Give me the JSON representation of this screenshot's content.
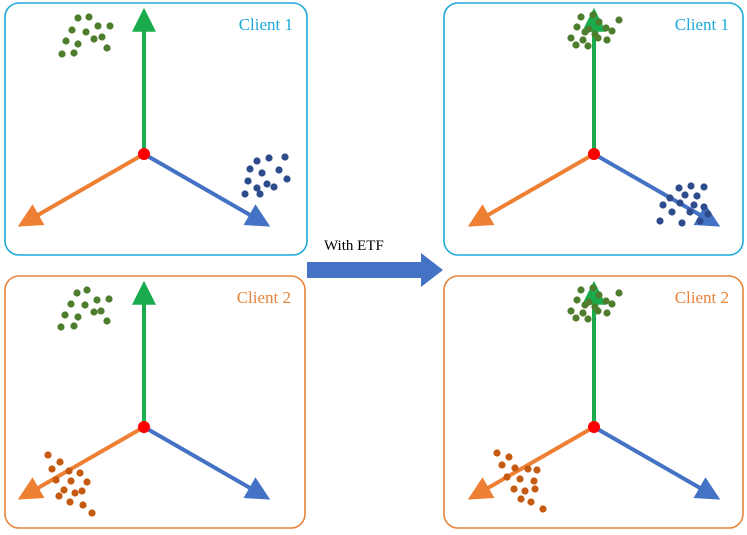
{
  "colors": {
    "client1_border": "#1ca9d9",
    "client2_border": "#e8833a",
    "up_axis": "#1aab4c",
    "left_axis": "#ee8034",
    "right_axis": "#4472c4",
    "origin": "#ff0000",
    "green_points": "#4f7d2e",
    "blue_points": "#2e4c8c",
    "orange_points": "#c55a11",
    "transform_arrow": "#4472c4"
  },
  "transform": {
    "label": "With ETF"
  },
  "panels": [
    {
      "id": "client1-before",
      "title": "Client 1",
      "border": "client1_border",
      "clusters": [
        {
          "color": "green_points",
          "points": [
            [
              -66,
              -136
            ],
            [
              -55,
              -137
            ],
            [
              -46,
              -128
            ],
            [
              -34,
              -128
            ],
            [
              -72,
              -124
            ],
            [
              -58,
              -122
            ],
            [
              -50,
              -115
            ],
            [
              -42,
              -117
            ],
            [
              -78,
              -113
            ],
            [
              -66,
              -110
            ],
            [
              -37,
              -106
            ],
            [
              -82,
              -100
            ],
            [
              -70,
              -101
            ]
          ]
        },
        {
          "color": "blue_points",
          "points": [
            [
              113,
              7
            ],
            [
              125,
              4
            ],
            [
              141,
              3
            ],
            [
              106,
              15
            ],
            [
              118,
              19
            ],
            [
              135,
              16
            ],
            [
              143,
              25
            ],
            [
              104,
              27
            ],
            [
              123,
              30
            ],
            [
              113,
              34
            ],
            [
              130,
              33
            ],
            [
              101,
              40
            ],
            [
              116,
              40
            ]
          ]
        }
      ]
    },
    {
      "id": "client1-after",
      "title": "Client 1",
      "border": "client1_border",
      "clusters": [
        {
          "color": "green_points",
          "points": [
            [
              -13,
              -137
            ],
            [
              -1,
              -139
            ],
            [
              5,
              -132
            ],
            [
              25,
              -134
            ],
            [
              -17,
              -127
            ],
            [
              -5,
              -125
            ],
            [
              12,
              -126
            ],
            [
              -9,
              -122
            ],
            [
              1,
              -120
            ],
            [
              18,
              -123
            ],
            [
              -23,
              -116
            ],
            [
              -11,
              -114
            ],
            [
              4,
              -116
            ],
            [
              -18,
              -109
            ],
            [
              -6,
              -108
            ],
            [
              13,
              -114
            ]
          ]
        },
        {
          "color": "blue_points",
          "points": [
            [
              85,
              34
            ],
            [
              97,
              32
            ],
            [
              110,
              33
            ],
            [
              76,
              44
            ],
            [
              91,
              41
            ],
            [
              103,
              42
            ],
            [
              69,
              51
            ],
            [
              86,
              49
            ],
            [
              100,
              51
            ],
            [
              110,
              53
            ],
            [
              78,
              58
            ],
            [
              96,
              58
            ],
            [
              114,
              60
            ],
            [
              66,
              67
            ],
            [
              88,
              69
            ],
            [
              106,
              67
            ]
          ]
        }
      ]
    },
    {
      "id": "client2-before",
      "title": "Client 2",
      "border": "client2_border",
      "clusters": [
        {
          "color": "green_points",
          "points": [
            [
              -67,
              -134
            ],
            [
              -57,
              -137
            ],
            [
              -47,
              -127
            ],
            [
              -35,
              -128
            ],
            [
              -73,
              -123
            ],
            [
              -59,
              -122
            ],
            [
              -50,
              -115
            ],
            [
              -43,
              -116
            ],
            [
              -79,
              -112
            ],
            [
              -66,
              -110
            ],
            [
              -37,
              -106
            ],
            [
              -83,
              -100
            ],
            [
              -70,
              -101
            ]
          ]
        },
        {
          "color": "orange_points",
          "points": [
            [
              -96,
              28
            ],
            [
              -84,
              35
            ],
            [
              -92,
              42
            ],
            [
              -75,
              44
            ],
            [
              -64,
              46
            ],
            [
              -88,
              53
            ],
            [
              -73,
              54
            ],
            [
              -57,
              55
            ],
            [
              -80,
              63
            ],
            [
              -69,
              66
            ],
            [
              -62,
              64
            ],
            [
              -85,
              69
            ],
            [
              -74,
              75
            ],
            [
              -61,
              78
            ],
            [
              -52,
              86
            ]
          ]
        }
      ]
    },
    {
      "id": "client2-after",
      "title": "Client 2",
      "border": "client2_border",
      "clusters": [
        {
          "color": "green_points",
          "points": [
            [
              -13,
              -137
            ],
            [
              -1,
              -139
            ],
            [
              5,
              -132
            ],
            [
              25,
              -134
            ],
            [
              -17,
              -127
            ],
            [
              -5,
              -125
            ],
            [
              12,
              -126
            ],
            [
              -9,
              -122
            ],
            [
              1,
              -120
            ],
            [
              18,
              -123
            ],
            [
              -23,
              -116
            ],
            [
              -11,
              -114
            ],
            [
              4,
              -116
            ],
            [
              -18,
              -109
            ],
            [
              -6,
              -108
            ],
            [
              13,
              -114
            ]
          ]
        },
        {
          "color": "orange_points",
          "points": [
            [
              -97,
              26
            ],
            [
              -85,
              30
            ],
            [
              -92,
              38
            ],
            [
              -79,
              41
            ],
            [
              -66,
              42
            ],
            [
              -57,
              43
            ],
            [
              -87,
              50
            ],
            [
              -74,
              52
            ],
            [
              -60,
              54
            ],
            [
              -80,
              62
            ],
            [
              -69,
              64
            ],
            [
              -59,
              62
            ],
            [
              -73,
              72
            ],
            [
              -63,
              75
            ],
            [
              -51,
              82
            ]
          ]
        }
      ]
    }
  ]
}
